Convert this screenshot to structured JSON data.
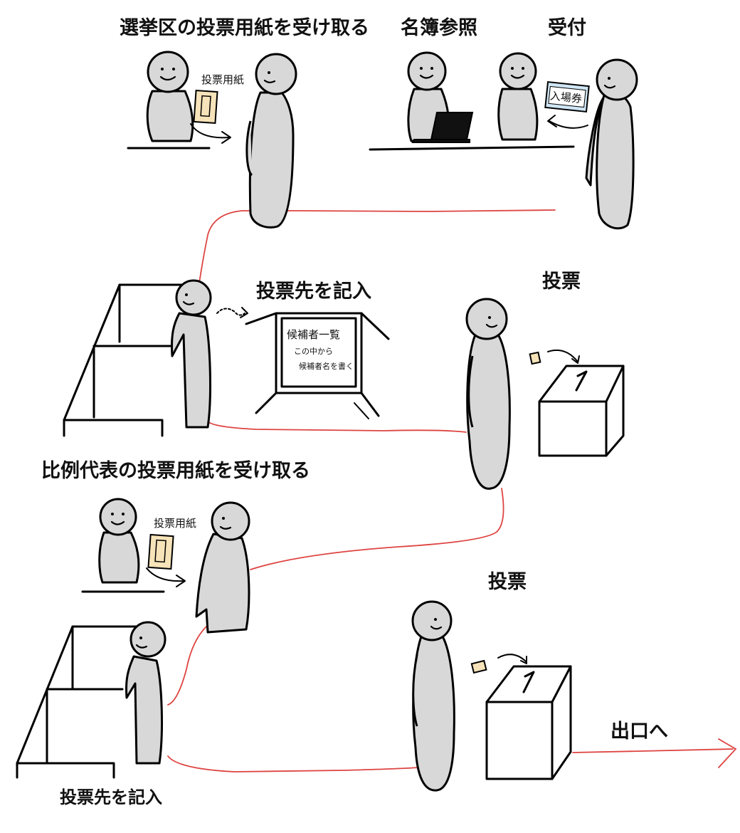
{
  "labels": {
    "receive_district_ballot": "選挙区の投票用紙を受け取る",
    "roster_check": "名簿参照",
    "reception": "受付",
    "ballot_paper_top": "投票用紙",
    "admission_ticket": "入場券",
    "write_choice_top": "投票先を記入",
    "vote_top": "投票",
    "receive_pr_ballot": "比例代表の投票用紙を受け取る",
    "ballot_paper_bottom": "投票用紙",
    "vote_bottom": "投票",
    "to_exit": "出口へ",
    "write_choice_bottom": "投票先を記入"
  },
  "candidate_board": {
    "title": "候補者一覧",
    "line1": "この中から",
    "line2": "候補者名を書く"
  },
  "colors": {
    "figure_fill": "#d8d8d8",
    "route_line": "#d9302c",
    "ballot_fill": "#f6e3b9",
    "laptop": "#111111"
  }
}
